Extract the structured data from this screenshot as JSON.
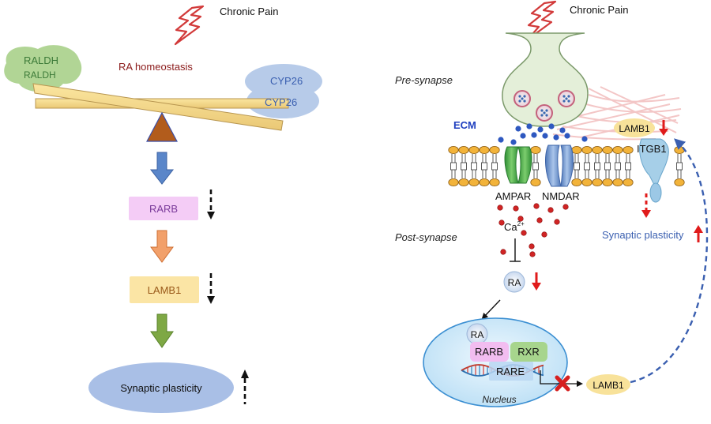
{
  "left_panel": {
    "trigger_label": "Chronic Pain",
    "homeostasis_label": "RA homeostasis",
    "left_enzyme": {
      "front": "RALDH",
      "back": "RALDH"
    },
    "right_enzyme": {
      "front": "CYP26",
      "back": "CYP26"
    },
    "cascade": [
      {
        "label": "RARB",
        "change": "down"
      },
      {
        "label": "LAMB1",
        "change": "down"
      },
      {
        "label": "Synaptic plasticity",
        "change": "up"
      }
    ]
  },
  "right_panel": {
    "trigger_label": "Chronic Pain",
    "pre_synapse_label": "Pre-synapse",
    "post_synapse_label": "Post-synapse",
    "ecm_label": "ECM",
    "lamb1_label": "LAMB1",
    "itgb1_label": "ITGB1",
    "receptors": [
      "AMPAR",
      "NMDAR"
    ],
    "calcium_label": "Ca",
    "calcium_charge": "2+",
    "ra_label": "RA",
    "nucleus_ra_label": "RA",
    "rarb_label": "RARB",
    "rxr_label": "RXR",
    "rare_label": "RARE",
    "nucleus_label": "Nucleus",
    "product_label": "LAMB1",
    "synaptic_plasticity_label": "Synaptic plasticity"
  },
  "colors": {
    "arrow_red": "#e01b1b",
    "label_dark_red": "#8b1a1a",
    "ecm_blue": "#1f3fbf",
    "plasticity_blue": "#3a5fb0",
    "rarb_purple": "#7a3a9a",
    "lamb1_brown": "#9a5a1a"
  }
}
